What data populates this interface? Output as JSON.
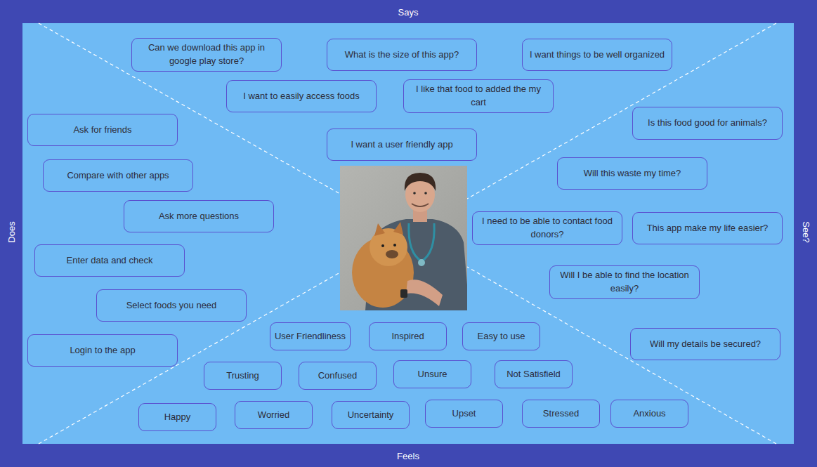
{
  "diagram": {
    "nodes": [
      {
        "text": [
          "Can we download this app in google play store?"
        ]
      },
      {
        "text": [
          "What is the size of this app?"
        ]
      },
      {
        "text": [
          "I want things to be well organized"
        ]
      },
      {
        "text": [
          "I want to easily access foods"
        ]
      },
      {
        "text": [
          "I like that food to added the my cart"
        ]
      },
      {
        "text": [
          "I want a user friendly app"
        ]
      },
      {
        "text": [
          "Ask for friends"
        ]
      },
      {
        "text": [
          "Compare with other apps"
        ]
      },
      {
        "text": [
          "Ask more questions"
        ]
      },
      {
        "text": [
          "Enter data and check"
        ]
      },
      {
        "text": [
          "Select foods you need"
        ]
      },
      {
        "text": [
          "Login to the app"
        ]
      },
      {
        "text": [
          "Is this food good for animals?"
        ]
      },
      {
        "text": [
          "Will this waste my time?"
        ]
      },
      {
        "text": [
          "I need to be able to contact food donors?"
        ]
      },
      {
        "text": [
          "This app make my life easier?"
        ]
      },
      {
        "text": [
          "Will I be able to find the location easily?"
        ]
      },
      {
        "text": [
          "Will my details be secured?"
        ]
      },
      {
        "text": [
          "User Friendliness"
        ]
      },
      {
        "text": [
          "Inspired"
        ]
      },
      {
        "text": [
          "Easy to use"
        ]
      },
      {
        "text": [
          "Trusting"
        ]
      },
      {
        "text": [
          "Confused"
        ]
      },
      {
        "text": [
          "Unsure"
        ]
      },
      {
        "text": [
          "Not Satisfield"
        ]
      },
      {
        "text": [
          "Happy"
        ]
      },
      {
        "text": [
          "Worried"
        ]
      },
      {
        "text": [
          "Uncertainty"
        ]
      },
      {
        "text": [
          "Upset"
        ]
      },
      {
        "text": [
          "Stressed"
        ]
      },
      {
        "text": [
          "Anxious"
        ]
      }
    ],
    "labels": [
      "Says",
      "Does",
      "See?",
      "Feels"
    ]
  }
}
